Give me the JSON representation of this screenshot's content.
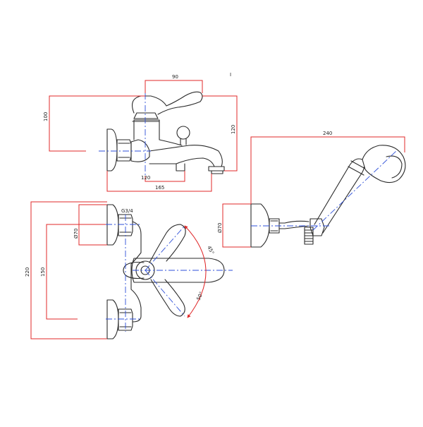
{
  "colors": {
    "dimension": "#e0282a",
    "axis": "#2d4fd8",
    "outline": "#2a2a2a",
    "background": "#ffffff"
  },
  "labels": {
    "side_view": {
      "width_lever": "90",
      "height_total": "100",
      "height_spout": "120",
      "depth_body": "120",
      "depth_total": "165"
    },
    "front_view": {
      "connector": "G3/4",
      "diameter_top": "Ø70",
      "height_total": "220",
      "centers": "150",
      "angle_upper": "45°",
      "angle_lower": "50°"
    },
    "shower": {
      "length": "240",
      "diameter": "Ø70"
    },
    "mark": "I"
  }
}
